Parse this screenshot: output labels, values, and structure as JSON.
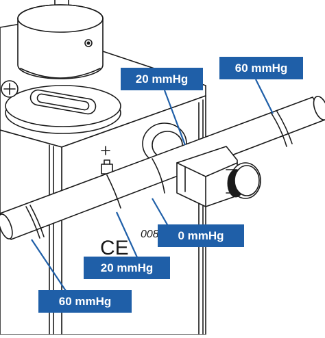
{
  "labels": {
    "top_20": "20 mmHg",
    "top_60": "60 mmHg",
    "center_0": "0 mmHg",
    "lower_20": "20 mmHg",
    "lower_60": "60 mmHg"
  },
  "marking_text": "008",
  "colors": {
    "label_background": "#1f5fa8",
    "label_text": "#ffffff",
    "line_art": "#1a1a1a"
  }
}
